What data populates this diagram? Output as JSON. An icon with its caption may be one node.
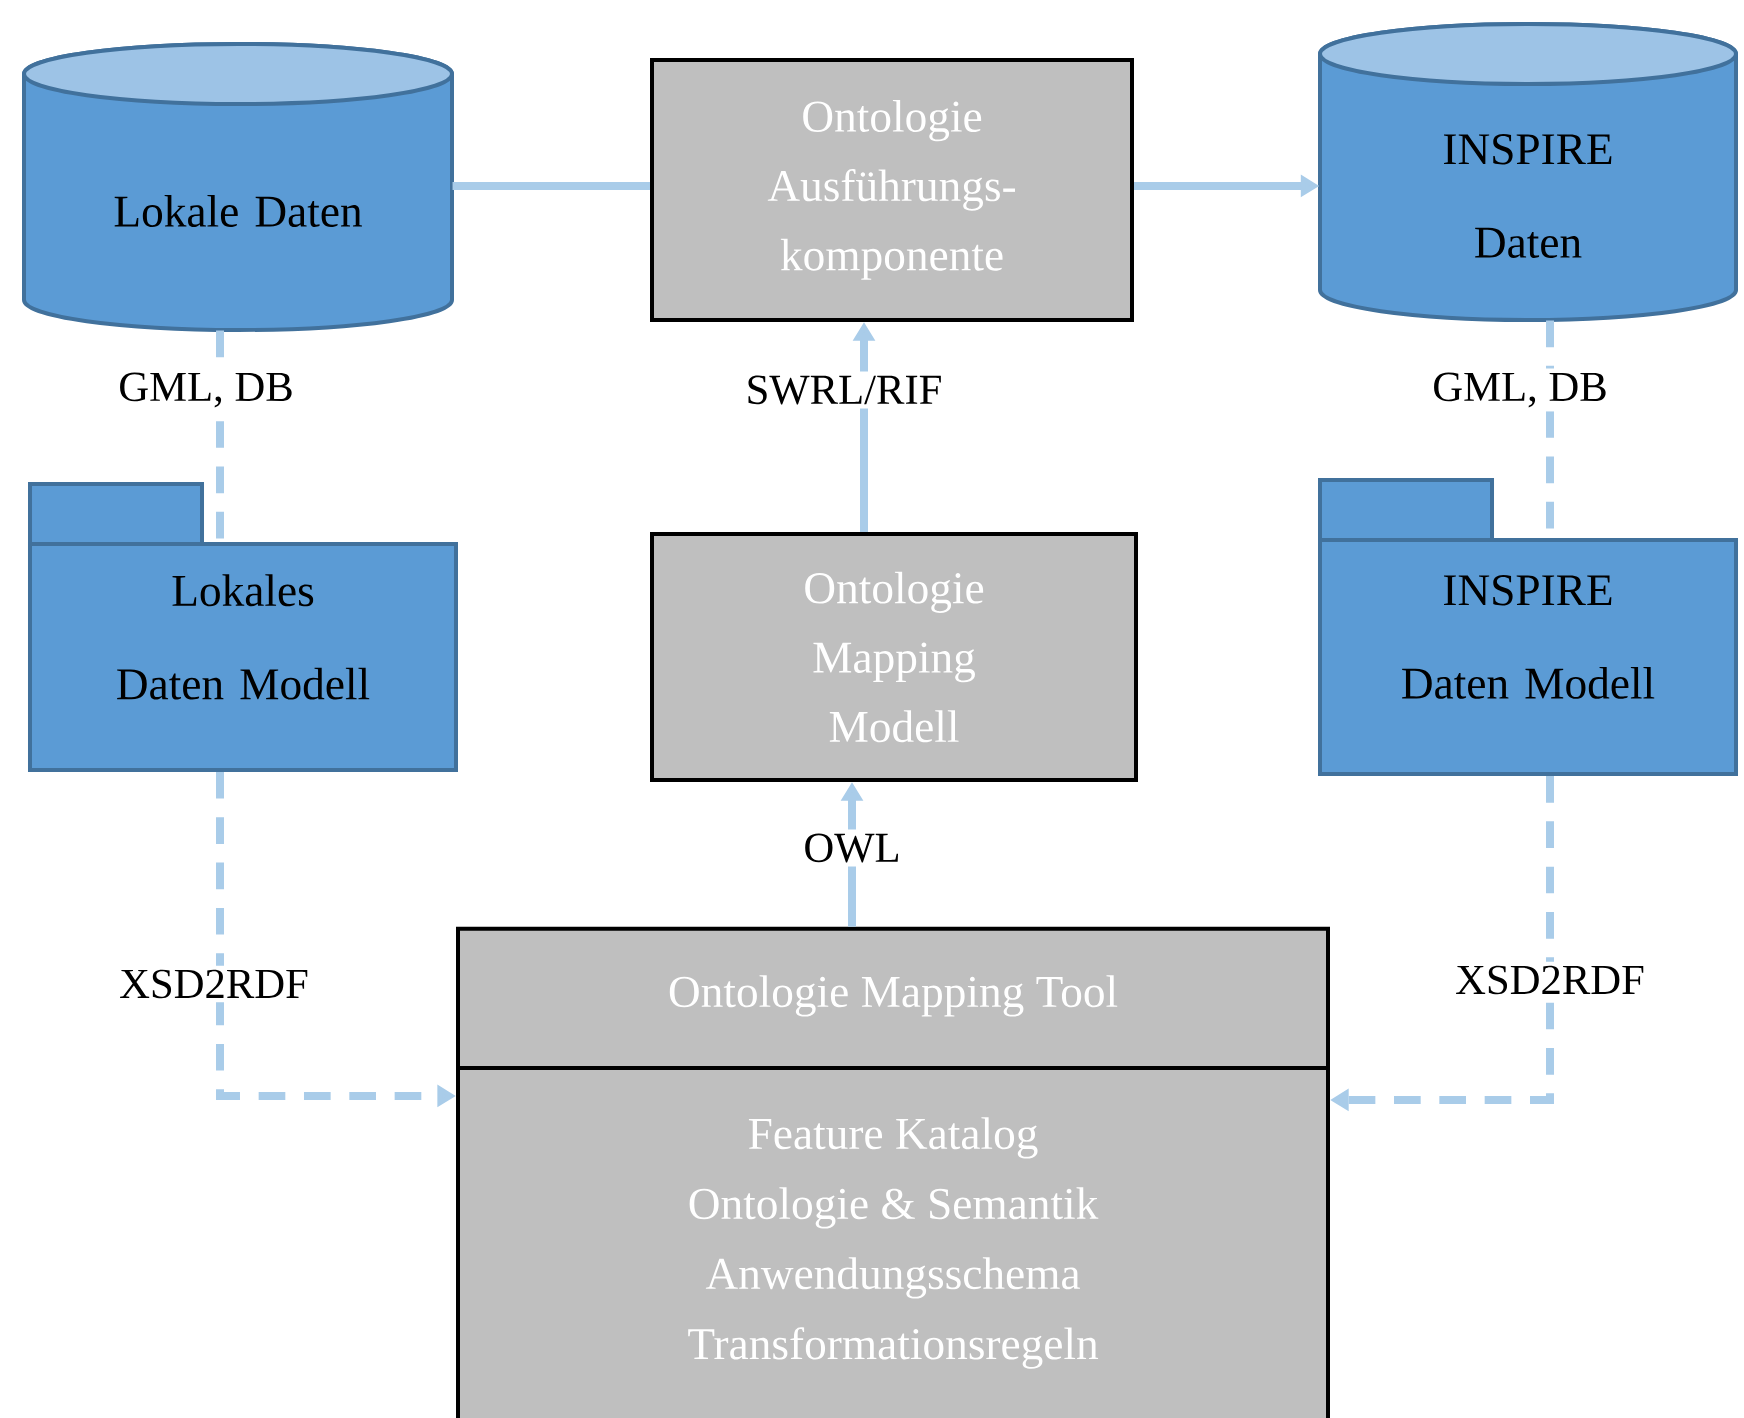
{
  "diagram": {
    "nodes": [
      {
        "text": [
          "Lokale Daten"
        ]
      },
      {
        "text": [
          "Ontologie Ausführungs- komponente"
        ]
      },
      {
        "text": [
          "INSPIRE Daten"
        ]
      },
      {
        "text": [
          "Lokales Daten Modell"
        ]
      },
      {
        "text": [
          "Ontologie Mapping Modell"
        ]
      },
      {
        "text": [
          "INSPIRE Daten Modell"
        ]
      },
      {
        "text": [
          "Ontologie Mapping Tool",
          "Feature Katalog",
          "Ontologie & Semantik",
          "Anwendungsschema",
          "Transformationsregeln"
        ]
      }
    ],
    "edges": [
      {
        "from": 0,
        "to": 1,
        "arrow": "none"
      },
      {
        "from": 1,
        "to": 2,
        "arrow": "to"
      },
      {
        "from": 4,
        "to": 1,
        "arrow": "to",
        "label": "SWRL/RIF"
      },
      {
        "from": 6,
        "to": 4,
        "arrow": "to",
        "label": "OWL"
      },
      {
        "from": 0,
        "to": 3,
        "arrow": "none",
        "style": "dashed",
        "label": "GML, DB"
      },
      {
        "from": 3,
        "to": 6,
        "arrow": "to",
        "style": "dashed",
        "label": "XSD2RDF"
      },
      {
        "from": 2,
        "to": 5,
        "arrow": "none",
        "style": "dashed",
        "label": "GML, DB"
      },
      {
        "from": 5,
        "to": 6,
        "arrow": "to",
        "style": "dashed",
        "label": "XSD2RDF"
      }
    ]
  }
}
